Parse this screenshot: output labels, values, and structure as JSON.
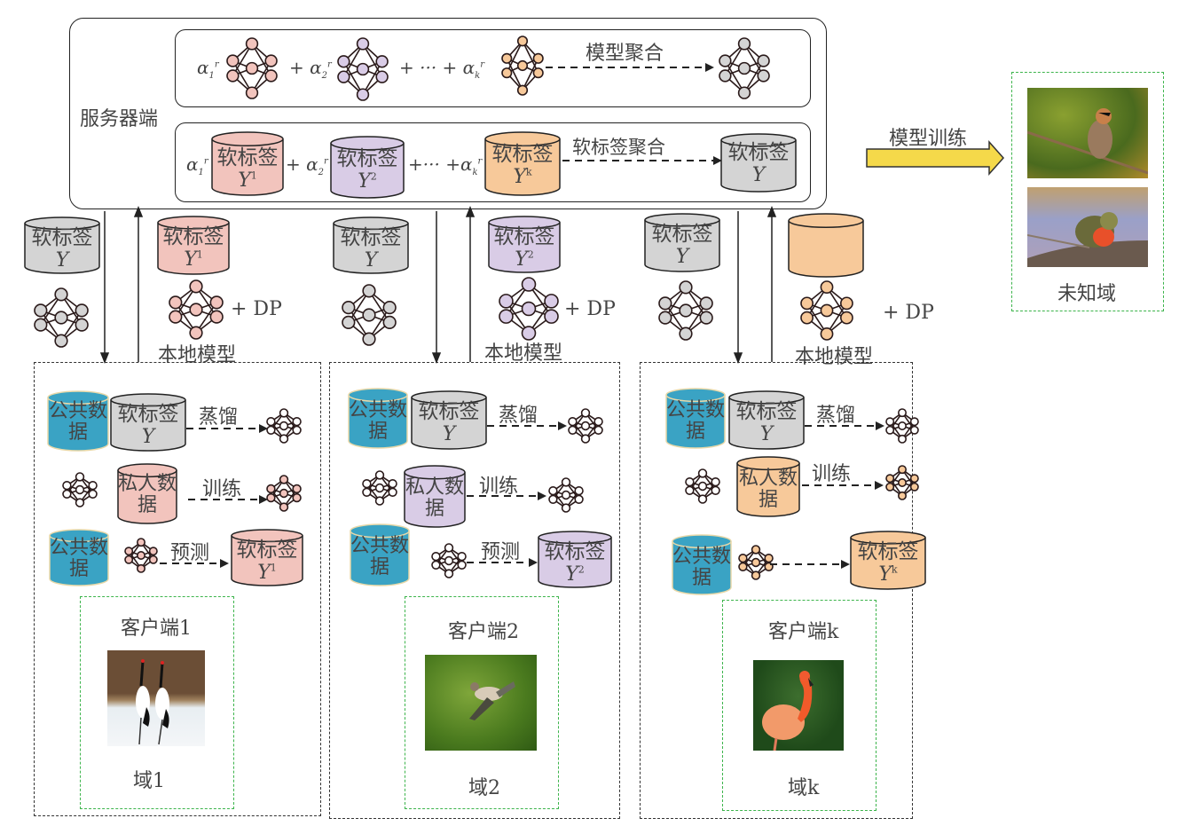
{
  "server": {
    "label": "服务器端",
    "model_agg": {
      "label": "模型聚合",
      "terms": [
        "α₁ʳ",
        "+ α₂ʳ",
        "+ ··· + αₖʳ"
      ]
    },
    "label_agg": {
      "label": "软标签聚合",
      "terms": [
        "α₁ʳ",
        "+ α₂ʳ",
        "+··· +αₖʳ"
      ],
      "cylinders": [
        {
          "text": "软标签",
          "sym": "Y",
          "sup": "1",
          "color": "#f2c4bd"
        },
        {
          "text": "软标签",
          "sym": "Y",
          "sup": "2",
          "color": "#d9cce6"
        },
        {
          "text": "软标签",
          "sym": "Y",
          "sup": "k",
          "color": "#f7c99a"
        },
        {
          "text": "软标签",
          "sym": "Y",
          "sup": "",
          "color": "#d4d4d4"
        }
      ]
    }
  },
  "transfer": [
    {
      "down_label": "软标签",
      "down_sym": "Y",
      "up_label": "软标签",
      "up_sym": "Y",
      "up_sup": "1",
      "dp": "+ DP",
      "local": "本地模型"
    },
    {
      "down_label": "软标签",
      "down_sym": "Y",
      "up_label": "软标签",
      "up_sym": "Y",
      "up_sup": "2",
      "dp": "+ DP",
      "local": "本地模型"
    },
    {
      "down_label": "软标签",
      "down_sym": "Y",
      "up_label": "",
      "up_sym": "",
      "up_sup": "",
      "dp": "+ DP",
      "local": "本地模型"
    }
  ],
  "clients": [
    {
      "name": "客户端1",
      "domain": "域1",
      "public": "公共数据",
      "soft": "软标签",
      "sym": "Y",
      "sup": "1",
      "private": "私人数据",
      "distill": "蒸馏",
      "train": "训练",
      "predict": "预测",
      "color": "#f2c4bd"
    },
    {
      "name": "客户端2",
      "domain": "域2",
      "public": "公共数据",
      "soft": "软标签",
      "sym": "Y",
      "sup": "2",
      "private": "私人数据",
      "distill": "蒸馏",
      "train": "训练",
      "predict": "预测",
      "color": "#d9cce6"
    },
    {
      "name": "客户端k",
      "domain": "域k",
      "public": "公共数据",
      "soft": "软标签",
      "sym": "Y",
      "sup": "k",
      "private": "私人数据",
      "distill": "蒸馏",
      "train": "训练",
      "predict": "",
      "color": "#f7c99a"
    }
  ],
  "unknown": {
    "arrow_label": "模型训练",
    "label": "未知域"
  },
  "colors": {
    "public": "#3aa3c4",
    "gray": "#d4d4d4",
    "arrow": "#f5d94a",
    "green": "#3cb44b"
  }
}
